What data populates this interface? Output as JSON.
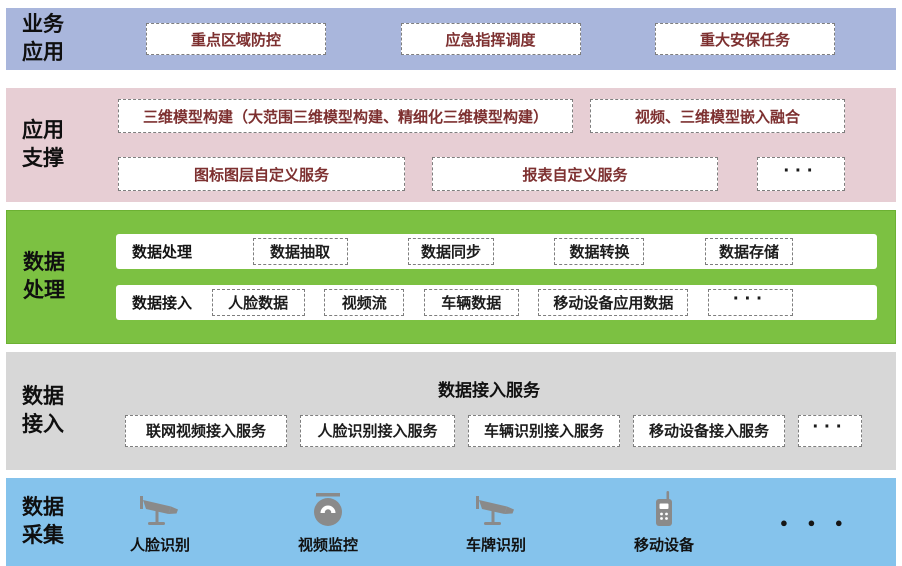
{
  "layers": {
    "business": {
      "label": "业务应用",
      "boxes": [
        "重点区域防控",
        "应急指挥调度",
        "重大安保任务"
      ]
    },
    "support": {
      "label": "应用支撑",
      "row1": [
        "三维模型构建（大范围三维模型构建、精细化三维模型构建）",
        "视频、三维模型嵌入融合"
      ],
      "row2": [
        "图标图层自定义服务",
        "报表自定义服务"
      ],
      "more": "···"
    },
    "processing": {
      "label": "数据处理",
      "row1_label": "数据处理",
      "row1_boxes": [
        "数据抽取",
        "数据同步",
        "数据转换",
        "数据存储"
      ],
      "row2_label": "数据接入",
      "row2_boxes": [
        "人脸数据",
        "视频流",
        "车辆数据",
        "移动设备应用数据"
      ],
      "more": "···"
    },
    "access": {
      "label": "数据接入",
      "title": "数据接入服务",
      "boxes": [
        "联网视频接入服务",
        "人脸识别接入服务",
        "车辆识别接入服务",
        "移动设备接入服务"
      ],
      "more": "···"
    },
    "collection": {
      "label": "数据采集",
      "items": [
        {
          "icon": "cctv-camera-icon",
          "label": "人脸识别"
        },
        {
          "icon": "dome-camera-icon",
          "label": "视频监控"
        },
        {
          "icon": "cctv-camera-icon",
          "label": "车牌识别"
        },
        {
          "icon": "walkie-talkie-icon",
          "label": "移动设备"
        }
      ],
      "more": "● ● ●"
    }
  },
  "colors": {
    "business_band": "#a9b6dc",
    "support_band": "#e7ced4",
    "processing_band": "#7cc142",
    "access_band": "#d7d7d7",
    "collection_band": "#85c3ec",
    "box_text_dark_red": "#7d3030",
    "box_border_gray": "#7e7e7e",
    "icon_gray": "#8a8a8a"
  }
}
